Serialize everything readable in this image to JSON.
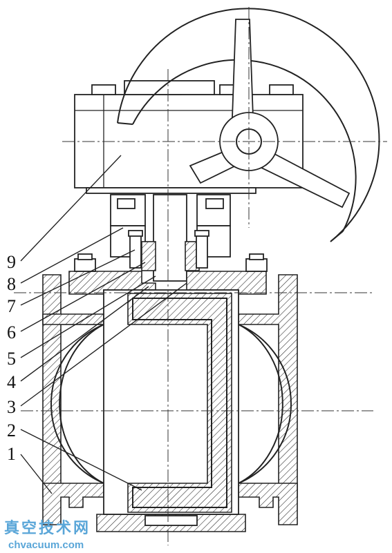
{
  "parts": [
    {
      "id": "1",
      "label": "1"
    },
    {
      "id": "2",
      "label": "2"
    },
    {
      "id": "3",
      "label": "3"
    },
    {
      "id": "4",
      "label": "4"
    },
    {
      "id": "5",
      "label": "5"
    },
    {
      "id": "6",
      "label": "6"
    },
    {
      "id": "7",
      "label": "7"
    },
    {
      "id": "8",
      "label": "8"
    },
    {
      "id": "9",
      "label": "9"
    }
  ],
  "watermark": {
    "name": "真空技术网",
    "url": "chvacuum.com"
  }
}
